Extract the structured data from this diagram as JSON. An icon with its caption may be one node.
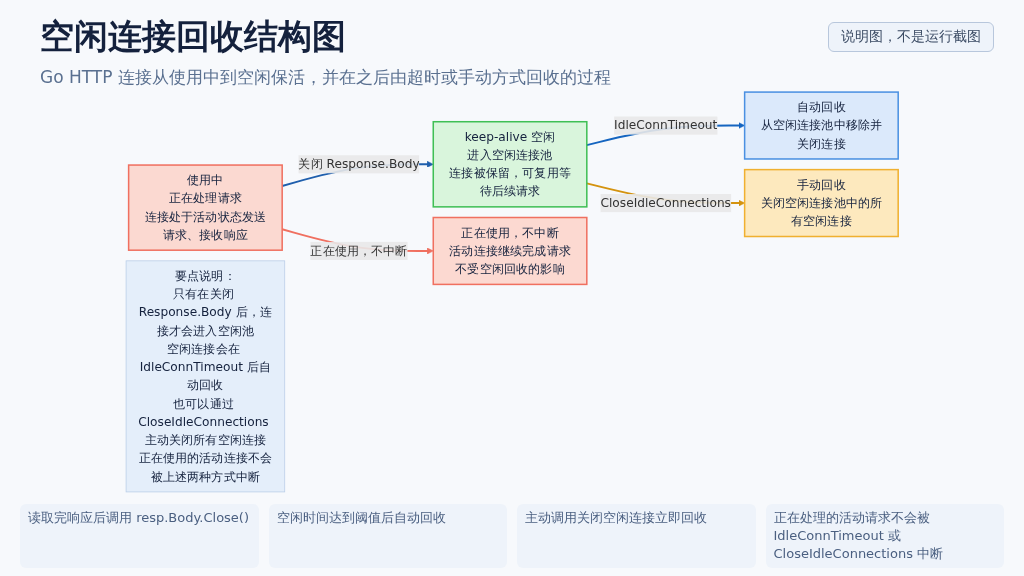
{
  "diagram": {
    "title": "空闲连接回收结构图",
    "caption": "Go HTTP 连接从使用中到空闲保活，并在之后由超时或手动方式回收的过程",
    "nodes": [
      {
        "text": [
          "使用中",
          "正在处理请求",
          "连接处于活动状态发送请求、接收响应"
        ]
      },
      {
        "text": [
          "keep-alive 空闲",
          "进入空闲连接池",
          "连接被保留，可复用等待后续请求"
        ]
      },
      {
        "text": [
          "自动回收",
          "从空闲连接池中移除并关闭连接"
        ]
      },
      {
        "text": [
          "手动回收",
          "关闭空闲连接池中的所有空闲连接"
        ]
      },
      {
        "text": [
          "正在使用，不中断",
          "活动连接继续完成请求不受空闲回收的影响"
        ]
      },
      {
        "text": [
          "要点说明：",
          "只有在关闭 Response.Body 后，连接才会进入空闲池",
          "空闲连接会在 IdleConnTimeout 后自动回收",
          "也可以通过 CloseIdleConnections 主动关闭所有空闲连接",
          "正在使用的活动连接不会被上述两种方式中断"
        ]
      }
    ],
    "edges": [
      {
        "from": 0,
        "to": 1,
        "arrow": "to",
        "label": "关闭 Response.Body",
        "color": "#1f5fad"
      },
      {
        "from": 1,
        "to": 2,
        "arrow": "to",
        "label": "IdleConnTimeout",
        "color": "#1565c0"
      },
      {
        "from": 1,
        "to": 3,
        "arrow": "to",
        "label": "CloseIdleConnections",
        "color": "#d4930f"
      },
      {
        "from": 0,
        "to": 4,
        "arrow": "to",
        "label": "正在使用，不中断",
        "color": "#f07060"
      }
    ],
    "labels": [
      "说明图，不是运行截图",
      "读取完响应后调用 resp.Body.Close()",
      "空闲时间达到阈值后自动回收",
      "主动调用关闭空闲连接立即回收",
      "正在处理的活动请求不会被 IdleConnTimeout 或 CloseIdleConnections 中断"
    ]
  }
}
